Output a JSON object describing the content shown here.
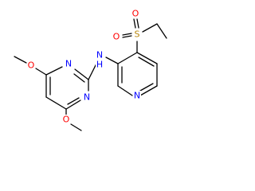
{
  "colors": {
    "background": "#ffffff",
    "bond": "#000000",
    "carbon": "#000000",
    "nitrogen": "#0000ff",
    "oxygen": "#ff0000",
    "sulfur": "#b8860b"
  },
  "atoms": [
    {
      "id": "O1",
      "element": "oxygen",
      "label": "O"
    },
    {
      "id": "O2",
      "element": "oxygen",
      "label": "O"
    },
    {
      "id": "S1",
      "element": "sulfur",
      "label": "S"
    },
    {
      "id": "NH",
      "element": "nitrogen",
      "label": "N",
      "sub": "H"
    },
    {
      "id": "N1",
      "element": "nitrogen",
      "label": "N"
    },
    {
      "id": "N2",
      "element": "nitrogen",
      "label": "N"
    },
    {
      "id": "N3",
      "element": "nitrogen",
      "label": "N"
    },
    {
      "id": "O3",
      "element": "oxygen",
      "label": "O"
    },
    {
      "id": "O4",
      "element": "oxygen",
      "label": "O"
    }
  ]
}
